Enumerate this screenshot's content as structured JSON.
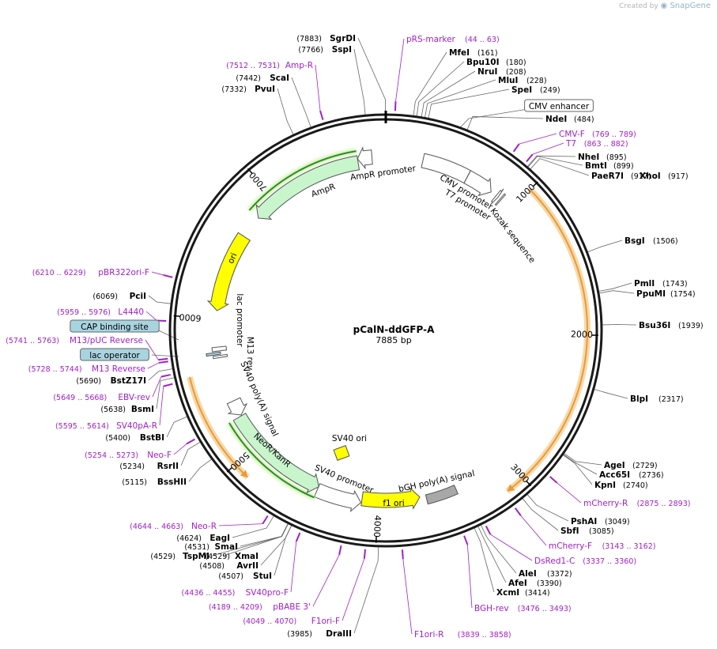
{
  "credit": {
    "prefix": "Created by",
    "brand": "SnapGene"
  },
  "map": {
    "name": "pCalN-ddGFP-A",
    "size_label": "7885 bp",
    "total": 7885
  },
  "ticks": [
    "1000",
    "2000",
    "3000",
    "4000",
    "5000",
    "6000",
    "7000"
  ],
  "features": [
    {
      "label": "CMV enhancer",
      "start": 270,
      "end": 612,
      "dir": "none"
    },
    {
      "label": "CMV promoter",
      "start": 613,
      "end": 816,
      "dir": "fwd"
    },
    {
      "label": "T7 promoter",
      "start": 861,
      "end": 879,
      "dir": "fwd"
    },
    {
      "label": "Kozak sequence",
      "start": 898,
      "end": 907,
      "dir": "none"
    },
    {
      "label": "bGH poly(A) signal",
      "start": 3420,
      "end": 3644,
      "dir": "none"
    },
    {
      "label": "f1 ori",
      "start": 3690,
      "end": 4118,
      "dir": "rev"
    },
    {
      "label": "SV40 promoter",
      "start": 4123,
      "end": 4452,
      "dir": "rev"
    },
    {
      "label": "NeoR/KanR",
      "start": 4450,
      "end": 5244,
      "dir": "rev"
    },
    {
      "label": "SV40 poly(A) signal",
      "start": 5250,
      "end": 5370,
      "dir": "rev"
    },
    {
      "label": "SV40 ori",
      "start": 4230,
      "end": 4350,
      "dir": "none"
    },
    {
      "label": "M13 rev",
      "start": 5710,
      "end": 5726,
      "dir": "none"
    },
    {
      "label": "lac operator",
      "start": 5735,
      "end": 5751,
      "dir": "none"
    },
    {
      "label": "lac promoter",
      "start": 5760,
      "end": 5790,
      "dir": "none"
    },
    {
      "label": "ori",
      "start": 6060,
      "end": 6648,
      "dir": "rev"
    },
    {
      "label": "AmpR",
      "start": 6820,
      "end": 7680,
      "dir": "rev"
    },
    {
      "label": "AmpR promoter",
      "start": 7680,
      "end": 7785,
      "dir": "rev"
    }
  ],
  "sites": [
    {
      "name": "SgrDI",
      "pos": "(7883)"
    },
    {
      "name": "SspI",
      "pos": "(7766)"
    },
    {
      "name": "ScaI",
      "pos": "(7442)"
    },
    {
      "name": "PvuI",
      "pos": "(7332)"
    },
    {
      "name": "MfeI",
      "pos": "(161)"
    },
    {
      "name": "Bpu10I",
      "pos": "(180)"
    },
    {
      "name": "NruI",
      "pos": "(208)"
    },
    {
      "name": "MluI",
      "pos": "(228)"
    },
    {
      "name": "SpeI",
      "pos": "(249)"
    },
    {
      "name": "NdeI",
      "pos": "(484)"
    },
    {
      "name": "NheI",
      "pos": "(895)"
    },
    {
      "name": "BmtI",
      "pos": "(899)"
    },
    {
      "name": "PaeR7I",
      "pos": "(917)"
    },
    {
      "name": "XhoI",
      "pos": "(917)"
    },
    {
      "name": "BsgI",
      "pos": "(1506)"
    },
    {
      "name": "PmlI",
      "pos": "(1743)"
    },
    {
      "name": "PpuMI",
      "pos": "(1754)"
    },
    {
      "name": "Bsu36I",
      "pos": "(1939)"
    },
    {
      "name": "BlpI",
      "pos": "(2317)"
    },
    {
      "name": "AgeI",
      "pos": "(2729)"
    },
    {
      "name": "Acc65I",
      "pos": "(2736)"
    },
    {
      "name": "KpnI",
      "pos": "(2740)"
    },
    {
      "name": "PshAI",
      "pos": "(3049)"
    },
    {
      "name": "SbfI",
      "pos": "(3085)"
    },
    {
      "name": "AleI",
      "pos": "(3372)"
    },
    {
      "name": "AfeI",
      "pos": "(3390)"
    },
    {
      "name": "XcmI",
      "pos": "(3414)"
    },
    {
      "name": "DraIII",
      "pos": "(3985)"
    },
    {
      "name": "StuI",
      "pos": "(4507)"
    },
    {
      "name": "AvrII",
      "pos": "(4508)"
    },
    {
      "name": "TspMI",
      "pos": "(4529)"
    },
    {
      "name": "XmaI",
      "pos": "(4529)"
    },
    {
      "name": "SmaI",
      "pos": "(4531)"
    },
    {
      "name": "EagI",
      "pos": "(4624)"
    },
    {
      "name": "BssHII",
      "pos": "(5115)"
    },
    {
      "name": "RsrII",
      "pos": "(5234)"
    },
    {
      "name": "BstBI",
      "pos": "(5400)"
    },
    {
      "name": "BsmI",
      "pos": "(5638)"
    },
    {
      "name": "BstZ17I",
      "pos": "(5690)"
    },
    {
      "name": "PciI",
      "pos": "(6069)"
    }
  ],
  "primers": [
    {
      "name": "pRS-marker",
      "range": "(44 .. 63)"
    },
    {
      "name": "Amp-R",
      "range": "(7512 .. 7531)"
    },
    {
      "name": "CMV-F",
      "range": "(769 .. 789)"
    },
    {
      "name": "T7",
      "range": "(863 .. 882)"
    },
    {
      "name": "mCherry-R",
      "range": "(2875 .. 2893)"
    },
    {
      "name": "mCherry-F",
      "range": "(3143 .. 3162)"
    },
    {
      "name": "DsRed1-C",
      "range": "(3337 .. 3360)"
    },
    {
      "name": "BGH-rev",
      "range": "(3476 .. 3493)"
    },
    {
      "name": "F1ori-R",
      "range": "(3839 .. 3858)"
    },
    {
      "name": "F1ori-F",
      "range": "(4049 .. 4070)"
    },
    {
      "name": "pBABE 3'",
      "range": "(4189 .. 4209)"
    },
    {
      "name": "SV40pro-F",
      "range": "(4436 .. 4455)"
    },
    {
      "name": "Neo-R",
      "range": "(4644 .. 4663)"
    },
    {
      "name": "Neo-F",
      "range": "(5254 .. 5273)"
    },
    {
      "name": "SV40pA-R",
      "range": "(5595 .. 5614)"
    },
    {
      "name": "EBV-rev",
      "range": "(5649 .. 5668)"
    },
    {
      "name": "M13 Reverse",
      "range": "(5728 .. 5744)"
    },
    {
      "name": "M13/pUC Reverse",
      "range": "(5741 .. 5763)"
    },
    {
      "name": "L4440",
      "range": "(5959 .. 5976)"
    },
    {
      "name": "pBR322ori-F",
      "range": "(6210 .. 6229)"
    }
  ],
  "orfs": [
    {
      "start": 1000,
      "end": 3130,
      "dir": "fwd"
    },
    {
      "start": 4890,
      "end": 5620,
      "dir": "rev"
    }
  ],
  "colors": {
    "backbone": "#1a1a1a",
    "primer": "#a020c8",
    "orf": "#e89a3a",
    "orf_glow": "#f8d9a8",
    "cds_line": "#2e8b2e",
    "cds_glow": "#c9f0a0",
    "cds_fill": "#c8f5cc",
    "ori_fill": "#ffff00",
    "terminator_fill": "#a8a8a8",
    "promoter_fill": "#ffffff",
    "lacop_fill": "#a8d4e0"
  }
}
